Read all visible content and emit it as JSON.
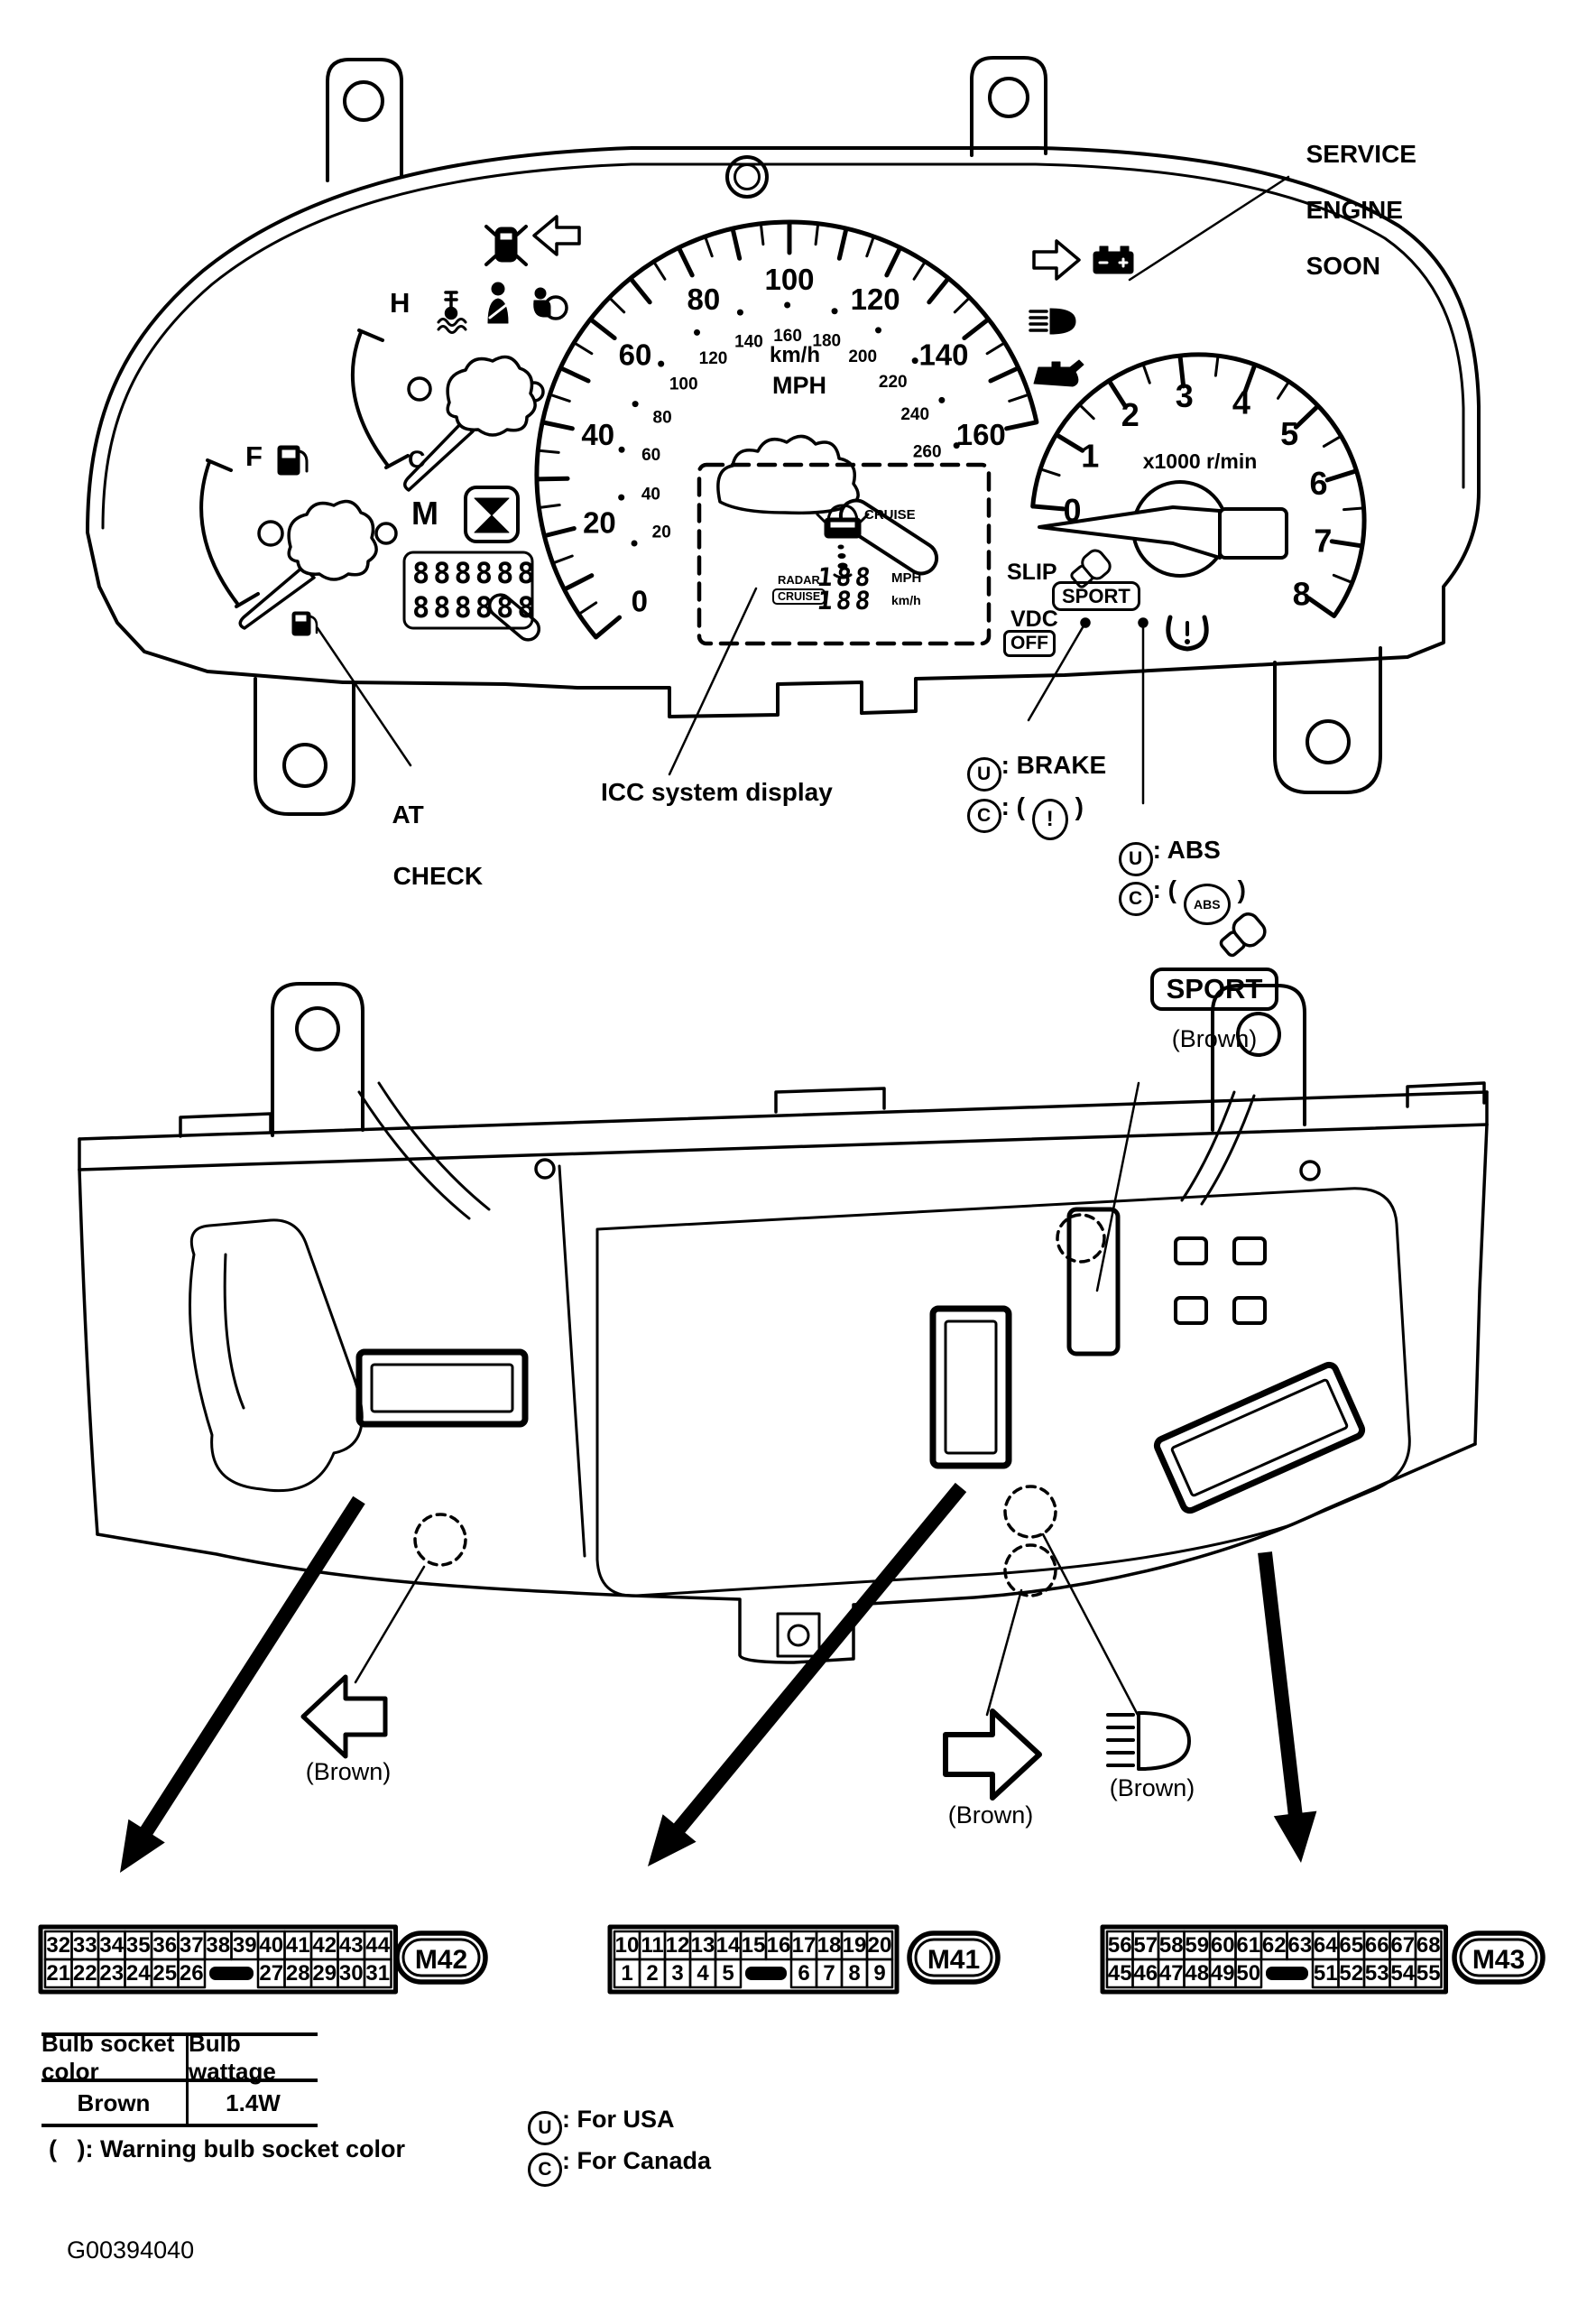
{
  "figure_id": "G00394040",
  "front": {
    "service_lines": [
      "SERVICE",
      "ENGINE",
      "SOON"
    ],
    "at_check_lines": [
      "AT",
      "CHECK"
    ],
    "icc_label": "ICC system display",
    "speedometer": {
      "mph_numbers": [
        0,
        20,
        40,
        60,
        80,
        100,
        120,
        140,
        160
      ],
      "kmh_numbers": [
        20,
        40,
        60,
        80,
        100,
        120,
        140,
        160,
        180,
        200,
        220,
        240,
        260
      ],
      "kmh_unit": "km/h",
      "mph_unit": "MPH"
    },
    "tachometer": {
      "numbers": [
        0,
        1,
        2,
        3,
        4,
        5,
        6,
        7,
        8
      ],
      "unit": "x1000 r/min"
    },
    "gauges": {
      "hot": "H",
      "cold": "C",
      "fuel_full": "F",
      "mode": "M"
    },
    "indicators": {
      "slip": "SLIP",
      "sport": "SPORT",
      "vdc": "VDC",
      "vdc_off": "OFF"
    },
    "icc_display": {
      "cruise_top": "CRUISE",
      "radar": "RADAR",
      "cruise_boxed": "CRUISE",
      "speed_upper": "188",
      "speed_lower": "188",
      "unit_upper": "MPH",
      "unit_lower": "km/h"
    },
    "odometer": "888888",
    "tripmeter": "888888",
    "notes": {
      "brake_mark_usa": "U",
      "brake_text_usa": ": BRAKE",
      "brake_mark_can": "C",
      "brake_pre_can": ": (",
      "brake_sym_can": "!",
      "brake_post_can": ")",
      "abs_mark_usa": "U",
      "abs_text_usa": ": ABS",
      "abs_mark_can": "C",
      "abs_pre_can": ": (",
      "abs_sym_can": "ABS",
      "abs_post_can": ")"
    }
  },
  "back": {
    "sport_label": "SPORT",
    "sport_color": "(Brown)",
    "turn_left_color": "(Brown)",
    "turn_right_color": "(Brown)",
    "headlamp_color": "(Brown)"
  },
  "connectors": [
    {
      "id": "M42",
      "row_top": [
        "32",
        "33",
        "34",
        "35",
        "36",
        "37",
        "38",
        "39",
        "40",
        "41",
        "42",
        "43",
        "44"
      ],
      "row_bottom_left": [
        "21",
        "22",
        "23",
        "24",
        "25",
        "26"
      ],
      "row_bottom_right": [
        "27",
        "28",
        "29",
        "30",
        "31"
      ]
    },
    {
      "id": "M41",
      "row_top": [
        "10",
        "11",
        "12",
        "13",
        "14",
        "15",
        "16",
        "17",
        "18",
        "19",
        "20"
      ],
      "row_bottom_left": [
        "1",
        "2",
        "3",
        "4",
        "5"
      ],
      "row_bottom_right": [
        "6",
        "7",
        "8",
        "9"
      ]
    },
    {
      "id": "M43",
      "row_top": [
        "56",
        "57",
        "58",
        "59",
        "60",
        "61",
        "62",
        "63",
        "64",
        "65",
        "66",
        "67",
        "68"
      ],
      "row_bottom_left": [
        "45",
        "46",
        "47",
        "48",
        "49",
        "50"
      ],
      "row_bottom_right": [
        "51",
        "52",
        "53",
        "54",
        "55"
      ]
    }
  ],
  "bulb_table": {
    "headers": [
      "Bulb socket color",
      "Bulb wattage"
    ],
    "rows": [
      [
        "Brown",
        "1.4W"
      ]
    ]
  },
  "legend": {
    "warning_bulb": "(   ): Warning bulb socket color",
    "usa_mark": "U",
    "usa_text": ": For USA",
    "canada_mark": "C",
    "canada_text": ": For Canada"
  }
}
